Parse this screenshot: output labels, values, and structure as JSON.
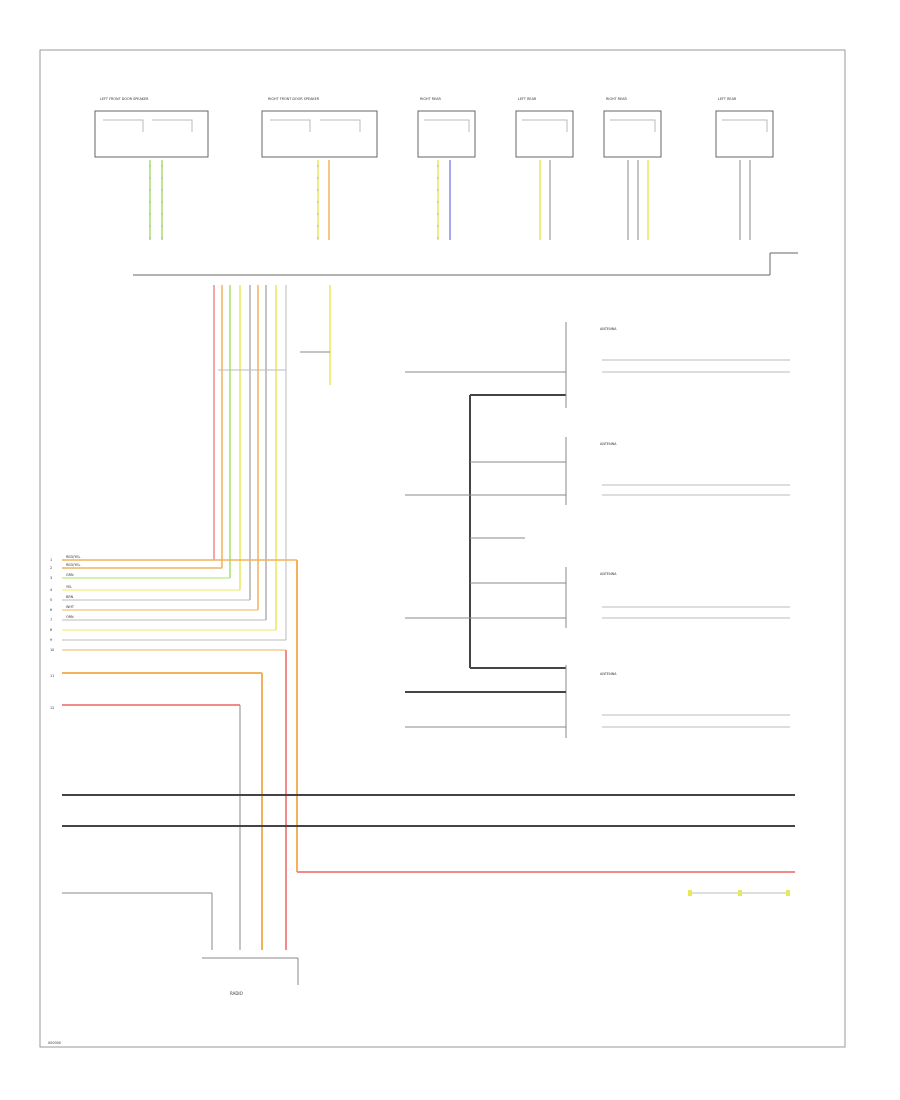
{
  "speaker_labels": [
    "LEFT FRONT DOOR SPEAKER",
    "RIGHT FRONT DOOR SPEAKER",
    "RIGHT REAR",
    "LEFT REAR",
    "RIGHT REAR",
    "LEFT REAR"
  ],
  "antenna_labels": [
    "ANTENNA",
    "ANTENNA",
    "ANTENNA",
    "ANTENNA"
  ],
  "harness_labels": [
    "RED/YEL",
    "RED/YEL",
    "GRN",
    "YEL",
    "BRN",
    "WHT",
    "ORN"
  ],
  "left_numbers": [
    "1",
    "2",
    "3",
    "4",
    "5",
    "6",
    "7",
    "8",
    "9",
    "10",
    "11",
    "12"
  ],
  "module_label": "RADIO",
  "footer_code": "000000",
  "colors": {
    "red": "#f28a8a",
    "orange": "#f2b25a",
    "green": "#a8e06a",
    "yellow": "#e8e85a",
    "blue": "#8a8ae6",
    "black": "#444444",
    "gray": "#888888"
  }
}
